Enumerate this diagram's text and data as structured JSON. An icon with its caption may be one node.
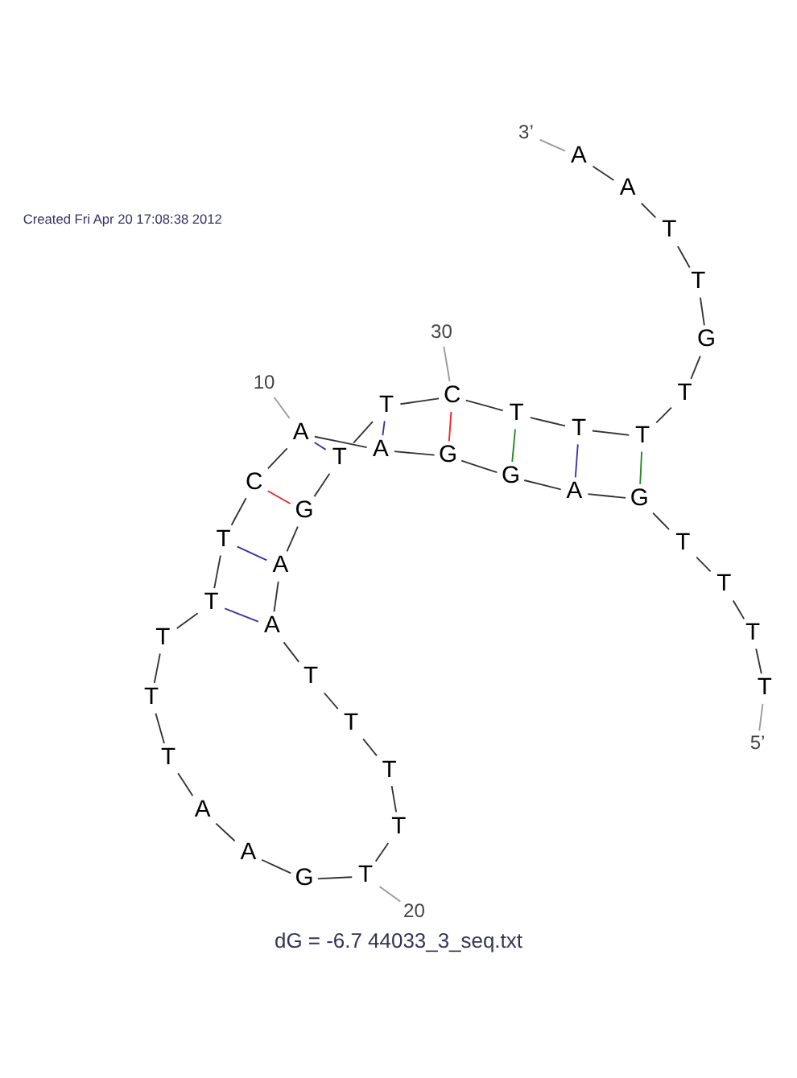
{
  "diagram": {
    "caption": "dG = -6.7 44033_3_seq.txt",
    "nodes": [
      {
        "text": [
          "T"
        ]
      },
      {
        "text": [
          "T"
        ]
      },
      {
        "text": [
          "T"
        ]
      },
      {
        "text": [
          "T"
        ]
      },
      {
        "text": [
          "G"
        ]
      },
      {
        "text": [
          "A"
        ]
      },
      {
        "text": [
          "G"
        ]
      },
      {
        "text": [
          "G"
        ]
      },
      {
        "text": [
          "A"
        ]
      },
      {
        "text": [
          "A"
        ]
      },
      {
        "text": [
          "C"
        ]
      },
      {
        "text": [
          "T"
        ]
      },
      {
        "text": [
          "T"
        ]
      },
      {
        "text": [
          "T"
        ]
      },
      {
        "text": [
          "T"
        ]
      },
      {
        "text": [
          "T"
        ]
      },
      {
        "text": [
          "A"
        ]
      },
      {
        "text": [
          "A"
        ]
      },
      {
        "text": [
          "G"
        ]
      },
      {
        "text": [
          "T"
        ]
      },
      {
        "text": [
          "T"
        ]
      },
      {
        "text": [
          "T"
        ]
      },
      {
        "text": [
          "T"
        ]
      },
      {
        "text": [
          "T"
        ]
      },
      {
        "text": [
          "A"
        ]
      },
      {
        "text": [
          "A"
        ]
      },
      {
        "text": [
          "G"
        ]
      },
      {
        "text": [
          "T"
        ]
      },
      {
        "text": [
          "T"
        ]
      },
      {
        "text": [
          "C"
        ]
      },
      {
        "text": [
          "T"
        ]
      },
      {
        "text": [
          "T"
        ]
      },
      {
        "text": [
          "T"
        ]
      },
      {
        "text": [
          "T"
        ]
      },
      {
        "text": [
          "G"
        ]
      },
      {
        "text": [
          "T"
        ]
      },
      {
        "text": [
          "T"
        ]
      },
      {
        "text": [
          "A"
        ]
      },
      {
        "text": [
          "A"
        ]
      },
      {
        "text": [
          "20"
        ]
      },
      {
        "text": [
          "10"
        ]
      },
      {
        "text": [
          "30"
        ]
      },
      {
        "text": [
          "5’"
        ]
      },
      {
        "text": [
          "3’"
        ]
      }
    ],
    "edges": [
      {
        "from": 0,
        "to": 1,
        "arrow": "none"
      },
      {
        "from": 1,
        "to": 2,
        "arrow": "none"
      },
      {
        "from": 2,
        "to": 3,
        "arrow": "none"
      },
      {
        "from": 3,
        "to": 4,
        "arrow": "none"
      },
      {
        "from": 4,
        "to": 5,
        "arrow": "none"
      },
      {
        "from": 5,
        "to": 6,
        "arrow": "none"
      },
      {
        "from": 6,
        "to": 7,
        "arrow": "none"
      },
      {
        "from": 7,
        "to": 8,
        "arrow": "none"
      },
      {
        "from": 8,
        "to": 9,
        "arrow": "none"
      },
      {
        "from": 9,
        "to": 10,
        "arrow": "none"
      },
      {
        "from": 10,
        "to": 11,
        "arrow": "none"
      },
      {
        "from": 11,
        "to": 12,
        "arrow": "none"
      },
      {
        "from": 12,
        "to": 13,
        "arrow": "none"
      },
      {
        "from": 13,
        "to": 14,
        "arrow": "none"
      },
      {
        "from": 14,
        "to": 15,
        "arrow": "none"
      },
      {
        "from": 15,
        "to": 16,
        "arrow": "none"
      },
      {
        "from": 16,
        "to": 17,
        "arrow": "none"
      },
      {
        "from": 17,
        "to": 18,
        "arrow": "none"
      },
      {
        "from": 18,
        "to": 19,
        "arrow": "none"
      },
      {
        "from": 19,
        "to": 20,
        "arrow": "none"
      },
      {
        "from": 20,
        "to": 21,
        "arrow": "none"
      },
      {
        "from": 21,
        "to": 22,
        "arrow": "none"
      },
      {
        "from": 22,
        "to": 23,
        "arrow": "none"
      },
      {
        "from": 23,
        "to": 24,
        "arrow": "none"
      },
      {
        "from": 24,
        "to": 25,
        "arrow": "none"
      },
      {
        "from": 25,
        "to": 26,
        "arrow": "none"
      },
      {
        "from": 26,
        "to": 27,
        "arrow": "none"
      },
      {
        "from": 27,
        "to": 28,
        "arrow": "none"
      },
      {
        "from": 28,
        "to": 29,
        "arrow": "none"
      },
      {
        "from": 29,
        "to": 30,
        "arrow": "none"
      },
      {
        "from": 30,
        "to": 31,
        "arrow": "none"
      },
      {
        "from": 31,
        "to": 32,
        "arrow": "none"
      },
      {
        "from": 32,
        "to": 33,
        "arrow": "none"
      },
      {
        "from": 33,
        "to": 34,
        "arrow": "none"
      },
      {
        "from": 34,
        "to": 35,
        "arrow": "none"
      },
      {
        "from": 35,
        "to": 36,
        "arrow": "none"
      },
      {
        "from": 36,
        "to": 37,
        "arrow": "none"
      },
      {
        "from": 37,
        "to": 38,
        "arrow": "none"
      },
      {
        "from": 12,
        "to": 24,
        "arrow": "none",
        "color": "#3333aa"
      },
      {
        "from": 11,
        "to": 25,
        "arrow": "none",
        "color": "#3333aa"
      },
      {
        "from": 10,
        "to": 26,
        "arrow": "none",
        "color": "#ee2222"
      },
      {
        "from": 9,
        "to": 27,
        "arrow": "none",
        "color": "#3333aa"
      },
      {
        "from": 8,
        "to": 28,
        "arrow": "none",
        "color": "#3333aa"
      },
      {
        "from": 7,
        "to": 29,
        "arrow": "none",
        "color": "#ee2222"
      },
      {
        "from": 6,
        "to": 30,
        "arrow": "none",
        "color": "#228822"
      },
      {
        "from": 5,
        "to": 31,
        "arrow": "none",
        "color": "#3333aa"
      },
      {
        "from": 4,
        "to": 32,
        "arrow": "none",
        "color": "#228822"
      },
      {
        "from": 39,
        "to": 19,
        "arrow": "none",
        "color": "#999999"
      },
      {
        "from": 40,
        "to": 9,
        "arrow": "none",
        "color": "#999999"
      },
      {
        "from": 41,
        "to": 29,
        "arrow": "none",
        "color": "#999999"
      },
      {
        "from": 42,
        "to": 0,
        "arrow": "none",
        "color": "#999999"
      },
      {
        "from": 43,
        "to": 38,
        "arrow": "none",
        "color": "#999999"
      }
    ],
    "labels": [
      "Created Fri Apr 20 17:08:38 2012"
    ]
  }
}
